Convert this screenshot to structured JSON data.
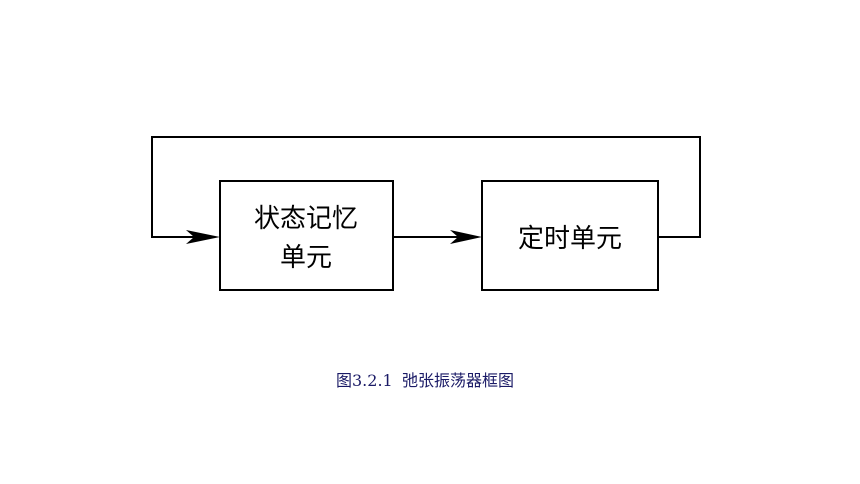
{
  "diagram": {
    "blocks": {
      "memory": {
        "line1": "状态记忆",
        "line2": "单元"
      },
      "timing": {
        "label": "定时单元"
      }
    },
    "caption": {
      "number": "图3.2.1",
      "title": "弛张振荡器框图"
    }
  },
  "colors": {
    "line": "#000000",
    "caption": "#1a1a66"
  }
}
